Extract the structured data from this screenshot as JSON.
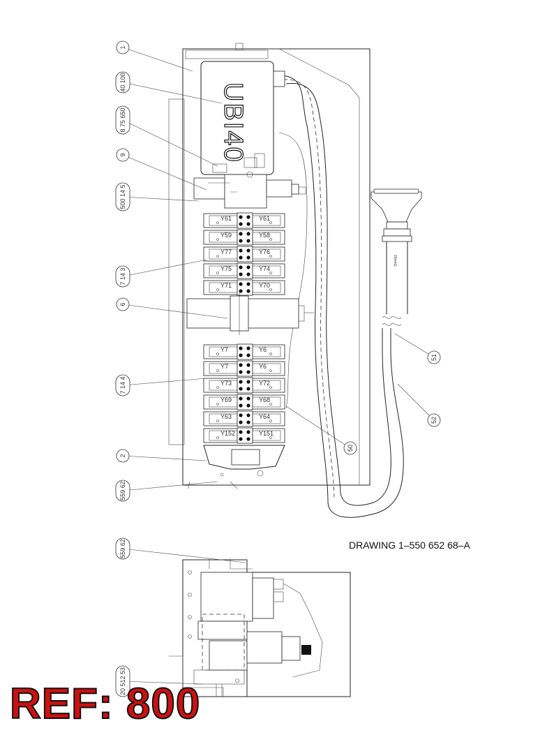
{
  "drawing_number": "DRAWING 1–550 652 68–A",
  "ref_label": "REF: 800",
  "block_label": "UBI40",
  "hose_tag": "16mm2",
  "colors": {
    "ref_fill": "#cc1111",
    "ref_outline": "#111111",
    "line": "#222222"
  },
  "callouts": [
    {
      "id": "c1",
      "text": "1"
    },
    {
      "id": "c2",
      "text": "40 100"
    },
    {
      "id": "c3",
      "text": "8 75 650"
    },
    {
      "id": "c4",
      "text": "9"
    },
    {
      "id": "c5",
      "text": "500 14 5"
    },
    {
      "id": "c6",
      "text": "7 14 3"
    },
    {
      "id": "c7",
      "text": "6"
    },
    {
      "id": "c8",
      "text": "7 14 4"
    },
    {
      "id": "c9",
      "text": "2"
    },
    {
      "id": "c10",
      "text": "559 62"
    },
    {
      "id": "c11",
      "text": "51"
    },
    {
      "id": "c12",
      "text": "52"
    },
    {
      "id": "c13",
      "text": "50"
    },
    {
      "id": "c14",
      "text": "559 62"
    },
    {
      "id": "c15",
      "text": "20 512 53"
    }
  ],
  "valves_upper": [
    {
      "left": "Y61",
      "right": "Y61"
    },
    {
      "left": "Y59",
      "right": "Y58"
    },
    {
      "left": "Y77",
      "right": "Y76"
    },
    {
      "left": "Y75",
      "right": "Y74"
    },
    {
      "left": "Y71",
      "right": "Y70"
    }
  ],
  "valves_lower": [
    {
      "left": "Y7",
      "right": "Y6"
    },
    {
      "left": "Y7",
      "right": "Y6"
    },
    {
      "left": "Y73",
      "right": "Y72"
    },
    {
      "left": "Y69",
      "right": "Y68"
    },
    {
      "left": "Y63",
      "right": "Y64"
    },
    {
      "left": "Y152",
      "right": "Y151"
    }
  ]
}
